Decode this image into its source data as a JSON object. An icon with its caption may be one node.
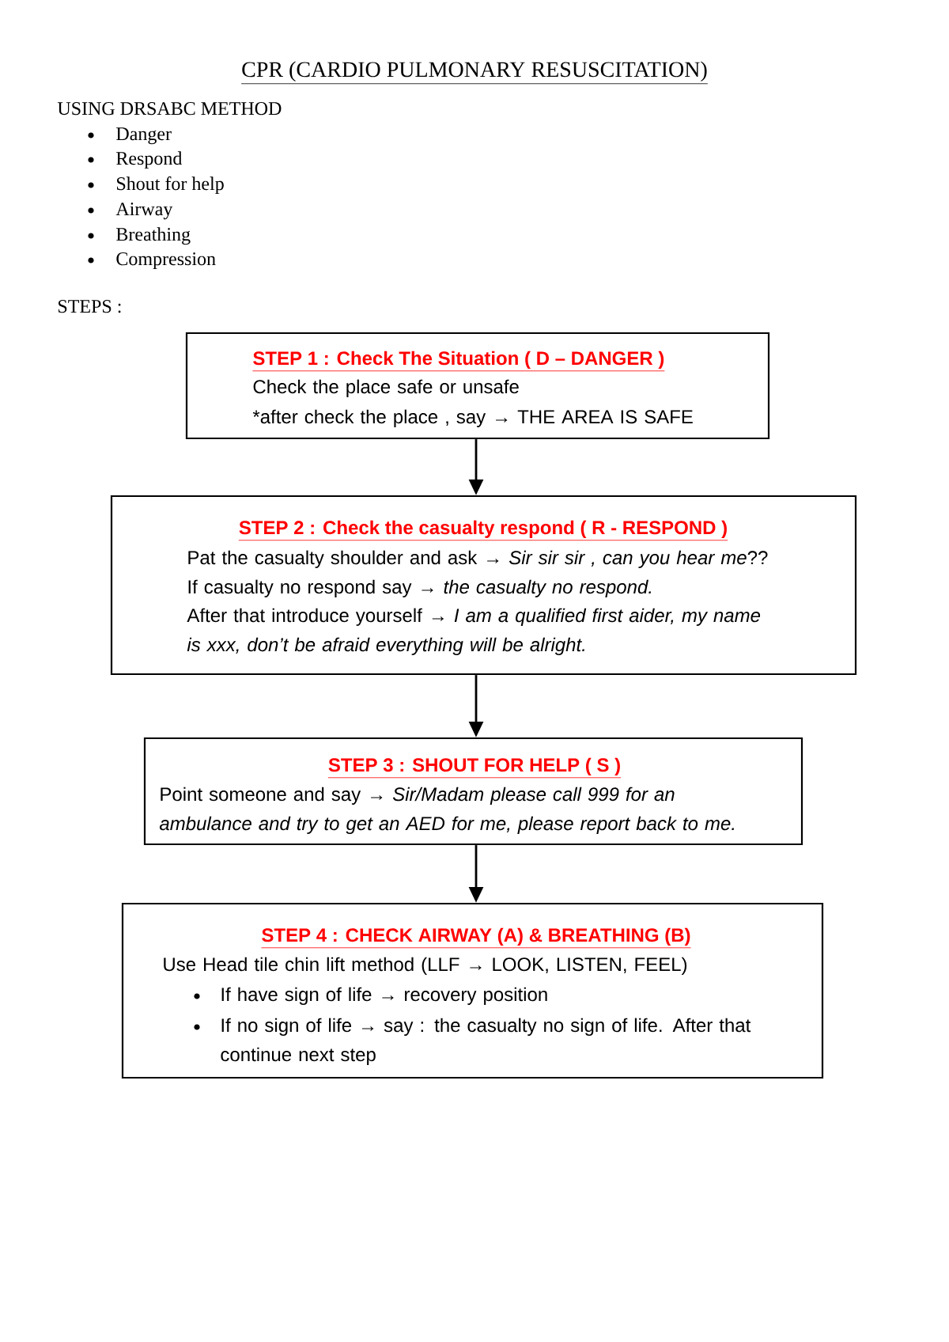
{
  "diagram": {
    "title": "CPR (CARDIO PULMONARY RESUSCITATION)",
    "nodes": [
      {
        "text": [
          "STEP 1 : Check The Situation ( D – DANGER )",
          "Check the place safe or unsafe",
          "*after check the place , say → THE AREA IS SAFE"
        ]
      },
      {
        "text": [
          "STEP 2 : Check the casualty respond ( R - RESPOND )",
          "Pat the casualty shoulder and ask → *Sir sir sir , can you hear me*??",
          "If casualty no respond say → *the casualty no respond.*",
          "After that introduce yourself → *I am a qualified first aider, my name is xxx, don’t be afraid everything will be alright.*"
        ]
      },
      {
        "text": [
          "STEP 3 : SHOUT FOR HELP ( S )",
          "Point someone and say → *Sir/Madam please call 999 for an ambulance and try to get an AED for me, please report back to me.*"
        ]
      },
      {
        "text": [
          "STEP 4 : CHECK AIRWAY (A) & BREATHING (B)",
          "Use Head tile chin lift method (LLF → LOOK, LISTEN, FEEL)",
          "If have sign of life → recovery position",
          "If no sign of life → say : the casualty no sign of life. After that continue next step"
        ]
      }
    ],
    "edges": [
      {
        "from": 0,
        "to": 1,
        "arrow": "to"
      },
      {
        "from": 1,
        "to": 2,
        "arrow": "to"
      },
      {
        "from": 2,
        "to": 3,
        "arrow": "to"
      }
    ],
    "labels": [
      "USING DRSABC METHOD",
      "Danger",
      "Respond",
      "Shout for help",
      "Airway",
      "Breathing",
      "Compression",
      "STEPS :"
    ]
  }
}
